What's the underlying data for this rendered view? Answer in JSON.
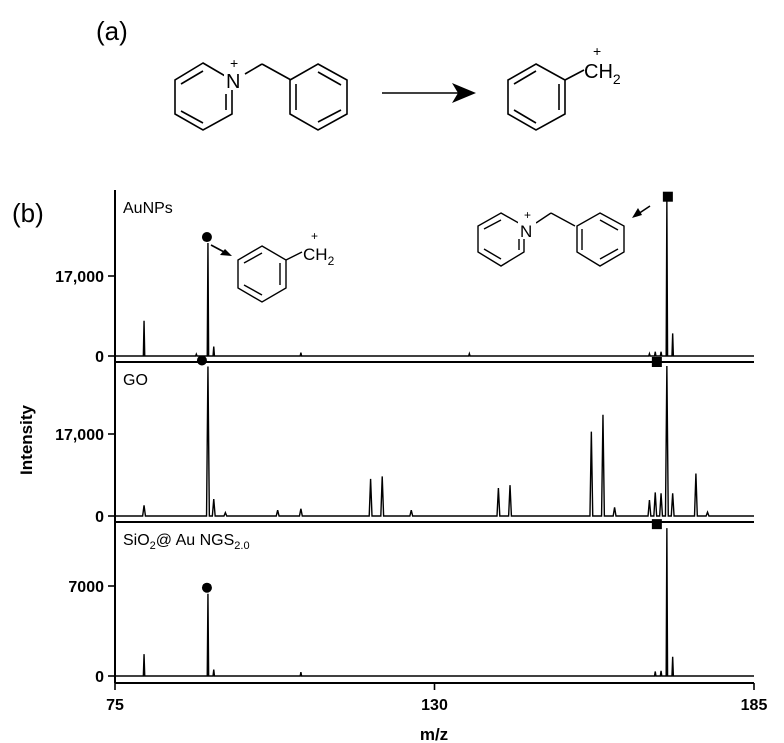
{
  "figure": {
    "panel_a_label": "(a)",
    "panel_b_label": "(b)",
    "scheme": {
      "reactant": "N-benzylpyridinium",
      "reactant_charge": "+",
      "reactant_atom": "N",
      "product_label_main": "CH",
      "product_label_sub": "2",
      "product_charge": "+"
    }
  },
  "chart_data": {
    "type": "line",
    "title": "",
    "xlabel": "m/z",
    "ylabel": "Intensity",
    "xlim": [
      75,
      185
    ],
    "xticks": [
      "75",
      "130",
      "185"
    ],
    "panels": [
      {
        "name": "AuNPs",
        "label": "AuNPs",
        "ytick_labels": [
          "0",
          "17,000"
        ],
        "yticks": [
          0,
          17000
        ],
        "ylim": [
          0,
          34000
        ],
        "peaks": [
          {
            "mz": 80,
            "intensity": 7500
          },
          {
            "mz": 89,
            "intensity": 400
          },
          {
            "mz": 91,
            "intensity": 24000,
            "marker": "circle",
            "assignment": "benzyl cation"
          },
          {
            "mz": 92,
            "intensity": 2000
          },
          {
            "mz": 107,
            "intensity": 700
          },
          {
            "mz": 136,
            "intensity": 500
          },
          {
            "mz": 167,
            "intensity": 500
          },
          {
            "mz": 168,
            "intensity": 900
          },
          {
            "mz": 169,
            "intensity": 900
          },
          {
            "mz": 170,
            "intensity": 33000,
            "marker": "square",
            "assignment": "N-benzylpyridinium"
          },
          {
            "mz": 171,
            "intensity": 4800
          }
        ]
      },
      {
        "name": "GO",
        "label": "GO",
        "ytick_labels": [
          "0",
          "17,000"
        ],
        "yticks": [
          0,
          17000
        ],
        "ylim": [
          0,
          34000
        ],
        "peaks": [
          {
            "mz": 80,
            "intensity": 2200
          },
          {
            "mz": 91,
            "intensity": 31000,
            "marker": "circle"
          },
          {
            "mz": 92,
            "intensity": 3500
          },
          {
            "mz": 94,
            "intensity": 700
          },
          {
            "mz": 103,
            "intensity": 1200
          },
          {
            "mz": 107,
            "intensity": 1500
          },
          {
            "mz": 119,
            "intensity": 7700
          },
          {
            "mz": 121,
            "intensity": 8200
          },
          {
            "mz": 126,
            "intensity": 1200
          },
          {
            "mz": 141,
            "intensity": 5800
          },
          {
            "mz": 143,
            "intensity": 6400
          },
          {
            "mz": 157,
            "intensity": 17500
          },
          {
            "mz": 159,
            "intensity": 21000
          },
          {
            "mz": 161,
            "intensity": 1800
          },
          {
            "mz": 167,
            "intensity": 3300
          },
          {
            "mz": 168,
            "intensity": 4900
          },
          {
            "mz": 169,
            "intensity": 4700
          },
          {
            "mz": 170,
            "intensity": 31500,
            "marker": "square"
          },
          {
            "mz": 171,
            "intensity": 4700
          },
          {
            "mz": 175,
            "intensity": 8800
          },
          {
            "mz": 177,
            "intensity": 800
          }
        ]
      },
      {
        "name": "SiO2@Au NGS2.0",
        "label_main": "SiO",
        "label_sub1": "2",
        "label_mid": "@ Au NGS",
        "label_sub2": "2.0",
        "ytick_labels": [
          "0",
          "7000"
        ],
        "yticks": [
          0,
          7000
        ],
        "ylim": [
          0,
          12000
        ],
        "peaks": [
          {
            "mz": 80,
            "intensity": 1700
          },
          {
            "mz": 91,
            "intensity": 6400,
            "marker": "circle"
          },
          {
            "mz": 92,
            "intensity": 500
          },
          {
            "mz": 107,
            "intensity": 300
          },
          {
            "mz": 168,
            "intensity": 350
          },
          {
            "mz": 169,
            "intensity": 400
          },
          {
            "mz": 170,
            "intensity": 11500,
            "marker": "square"
          },
          {
            "mz": 171,
            "intensity": 1500
          }
        ]
      }
    ],
    "legend": {
      "circle": "benzyl cation (m/z 91)",
      "square": "N-benzylpyridinium (m/z 170)"
    }
  }
}
